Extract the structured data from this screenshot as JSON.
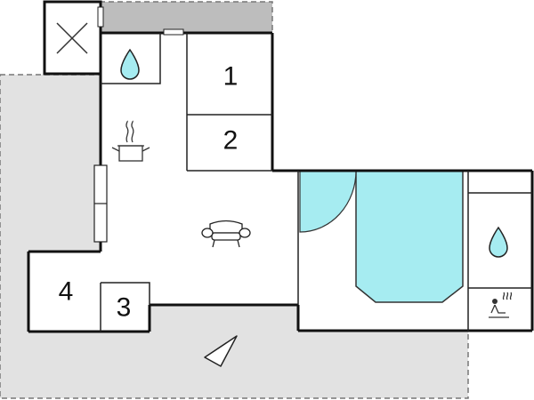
{
  "floor_plan": {
    "rooms": [
      {
        "label": "1"
      },
      {
        "label": "2"
      },
      {
        "label": "3"
      },
      {
        "label": "4"
      }
    ],
    "icons": [
      "storage-cross-icon",
      "water-drop-icon",
      "cooking-pot-icon",
      "sofa-icon",
      "compass-arrow-icon",
      "sauna-icon"
    ],
    "colors": {
      "outdoor_area": "#e2e2e2",
      "balcony": "#bdbdbd",
      "pool": "#a6ecf1",
      "wall": "#111111",
      "floor": "#ffffff"
    }
  }
}
